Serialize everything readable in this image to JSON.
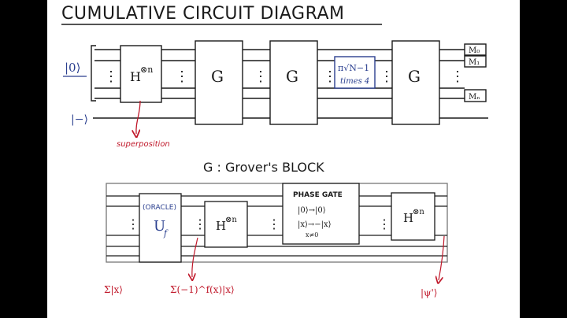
{
  "title": "CUMULATIVE CIRCUIT DIAGRAM",
  "top_circuit": {
    "input_zero": "|0⟩",
    "input_minus": "|−⟩",
    "hadamard": "H",
    "hadamard_power": "⊗n",
    "grover_gate": "G",
    "repeat_label_top": "π√N−1",
    "repeat_label_bottom": "times 4",
    "measure_0": "M₀",
    "measure_1": "M₁",
    "measure_n": "Mₙ",
    "annotation_superposition": "superposition",
    "ellipsis": "⋮"
  },
  "subtitle": "G : Grover's BLOCK",
  "grover_block": {
    "oracle_label": "(ORACLE)",
    "oracle_gate": "U",
    "oracle_sub": "f",
    "hadamard": "H",
    "hadamard_power": "⊗n",
    "phase_gate_title": "PHASE GATE",
    "phase_line_1": "|0⟩→|0⟩",
    "phase_line_2": "|x⟩→−|x⟩",
    "phase_line_3": "x≠0",
    "ellipsis": "⋮",
    "note_sum_x": "Σ|x⟩",
    "note_sum_phase": "Σ(−1)^f(x)|x⟩",
    "note_psi": "|ψ'⟩"
  },
  "colors": {
    "ink": "#1a1a1a",
    "blue": "#2a3f8f",
    "red": "#c0182a"
  }
}
